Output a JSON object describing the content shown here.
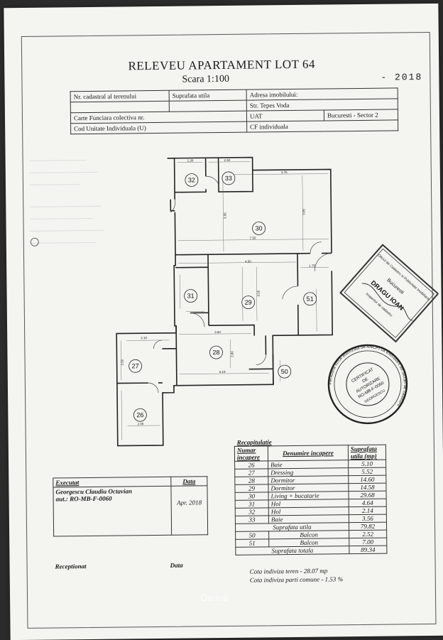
{
  "document": {
    "title": "RELEVEU APARTAMENT  LOT 64",
    "scale": "Scara 1:100",
    "year": "- 2018"
  },
  "header_table": {
    "cadastral_label": "Nr. cadastral al terenului",
    "area_label": "Suprafata utila",
    "address_label": "Adresa imobilului:",
    "address_value": "Str. Tepes Voda",
    "carte_label": "Carte Funciara colectiva nr.",
    "uat_label": "UAT",
    "uat_value": "Bucuresti - Sector 2",
    "unit_label": "Cod Unitate Individuala (U)",
    "cf_label": "CF individuala"
  },
  "plan": {
    "rooms": [
      "32",
      "33",
      "30",
      "31",
      "29",
      "51",
      "28",
      "27",
      "50",
      "26"
    ]
  },
  "recap": {
    "title": "Recapitulatie",
    "col_number": "Numar incapere",
    "col_name": "Denumire incapere",
    "col_area": "Suprafata utila (mp)",
    "rows": [
      {
        "nr": "26",
        "name": "Baie",
        "area": "5.10"
      },
      {
        "nr": "27",
        "name": "Dressing",
        "area": "5.52"
      },
      {
        "nr": "28",
        "name": "Dormitor",
        "area": "14.60"
      },
      {
        "nr": "29",
        "name": "Dormitor",
        "area": "14.58"
      },
      {
        "nr": "30",
        "name": "Living + bucatarie",
        "area": "29.68"
      },
      {
        "nr": "31",
        "name": "Hol",
        "area": "4.64"
      },
      {
        "nr": "32",
        "name": "Hol",
        "area": "2.14"
      },
      {
        "nr": "33",
        "name": "Baie",
        "area": "3.56"
      }
    ],
    "util_label": "Suprafata utila",
    "util_value": "79.82",
    "balconies": [
      {
        "nr": "50",
        "name": "Balcon",
        "area": "2.52"
      },
      {
        "nr": "51",
        "name": "Balcon",
        "area": "7.00"
      }
    ],
    "total_label": "Suprafata totala",
    "total_value": "89.34"
  },
  "cota": {
    "teren": "Cota indiviza teren - 28.07 mp",
    "comune": "Cota indiviza parti comune - 1.53 %"
  },
  "executor": {
    "label": "Executat",
    "date_label": "Data",
    "name": "Georgescu Claudiu Octavian",
    "authorization": "aut.: RO-MB-F-0060",
    "date_value": "Apr. 2018"
  },
  "received": {
    "label": "Receptionat",
    "date_label": "Data"
  },
  "watermark": "Darius"
}
